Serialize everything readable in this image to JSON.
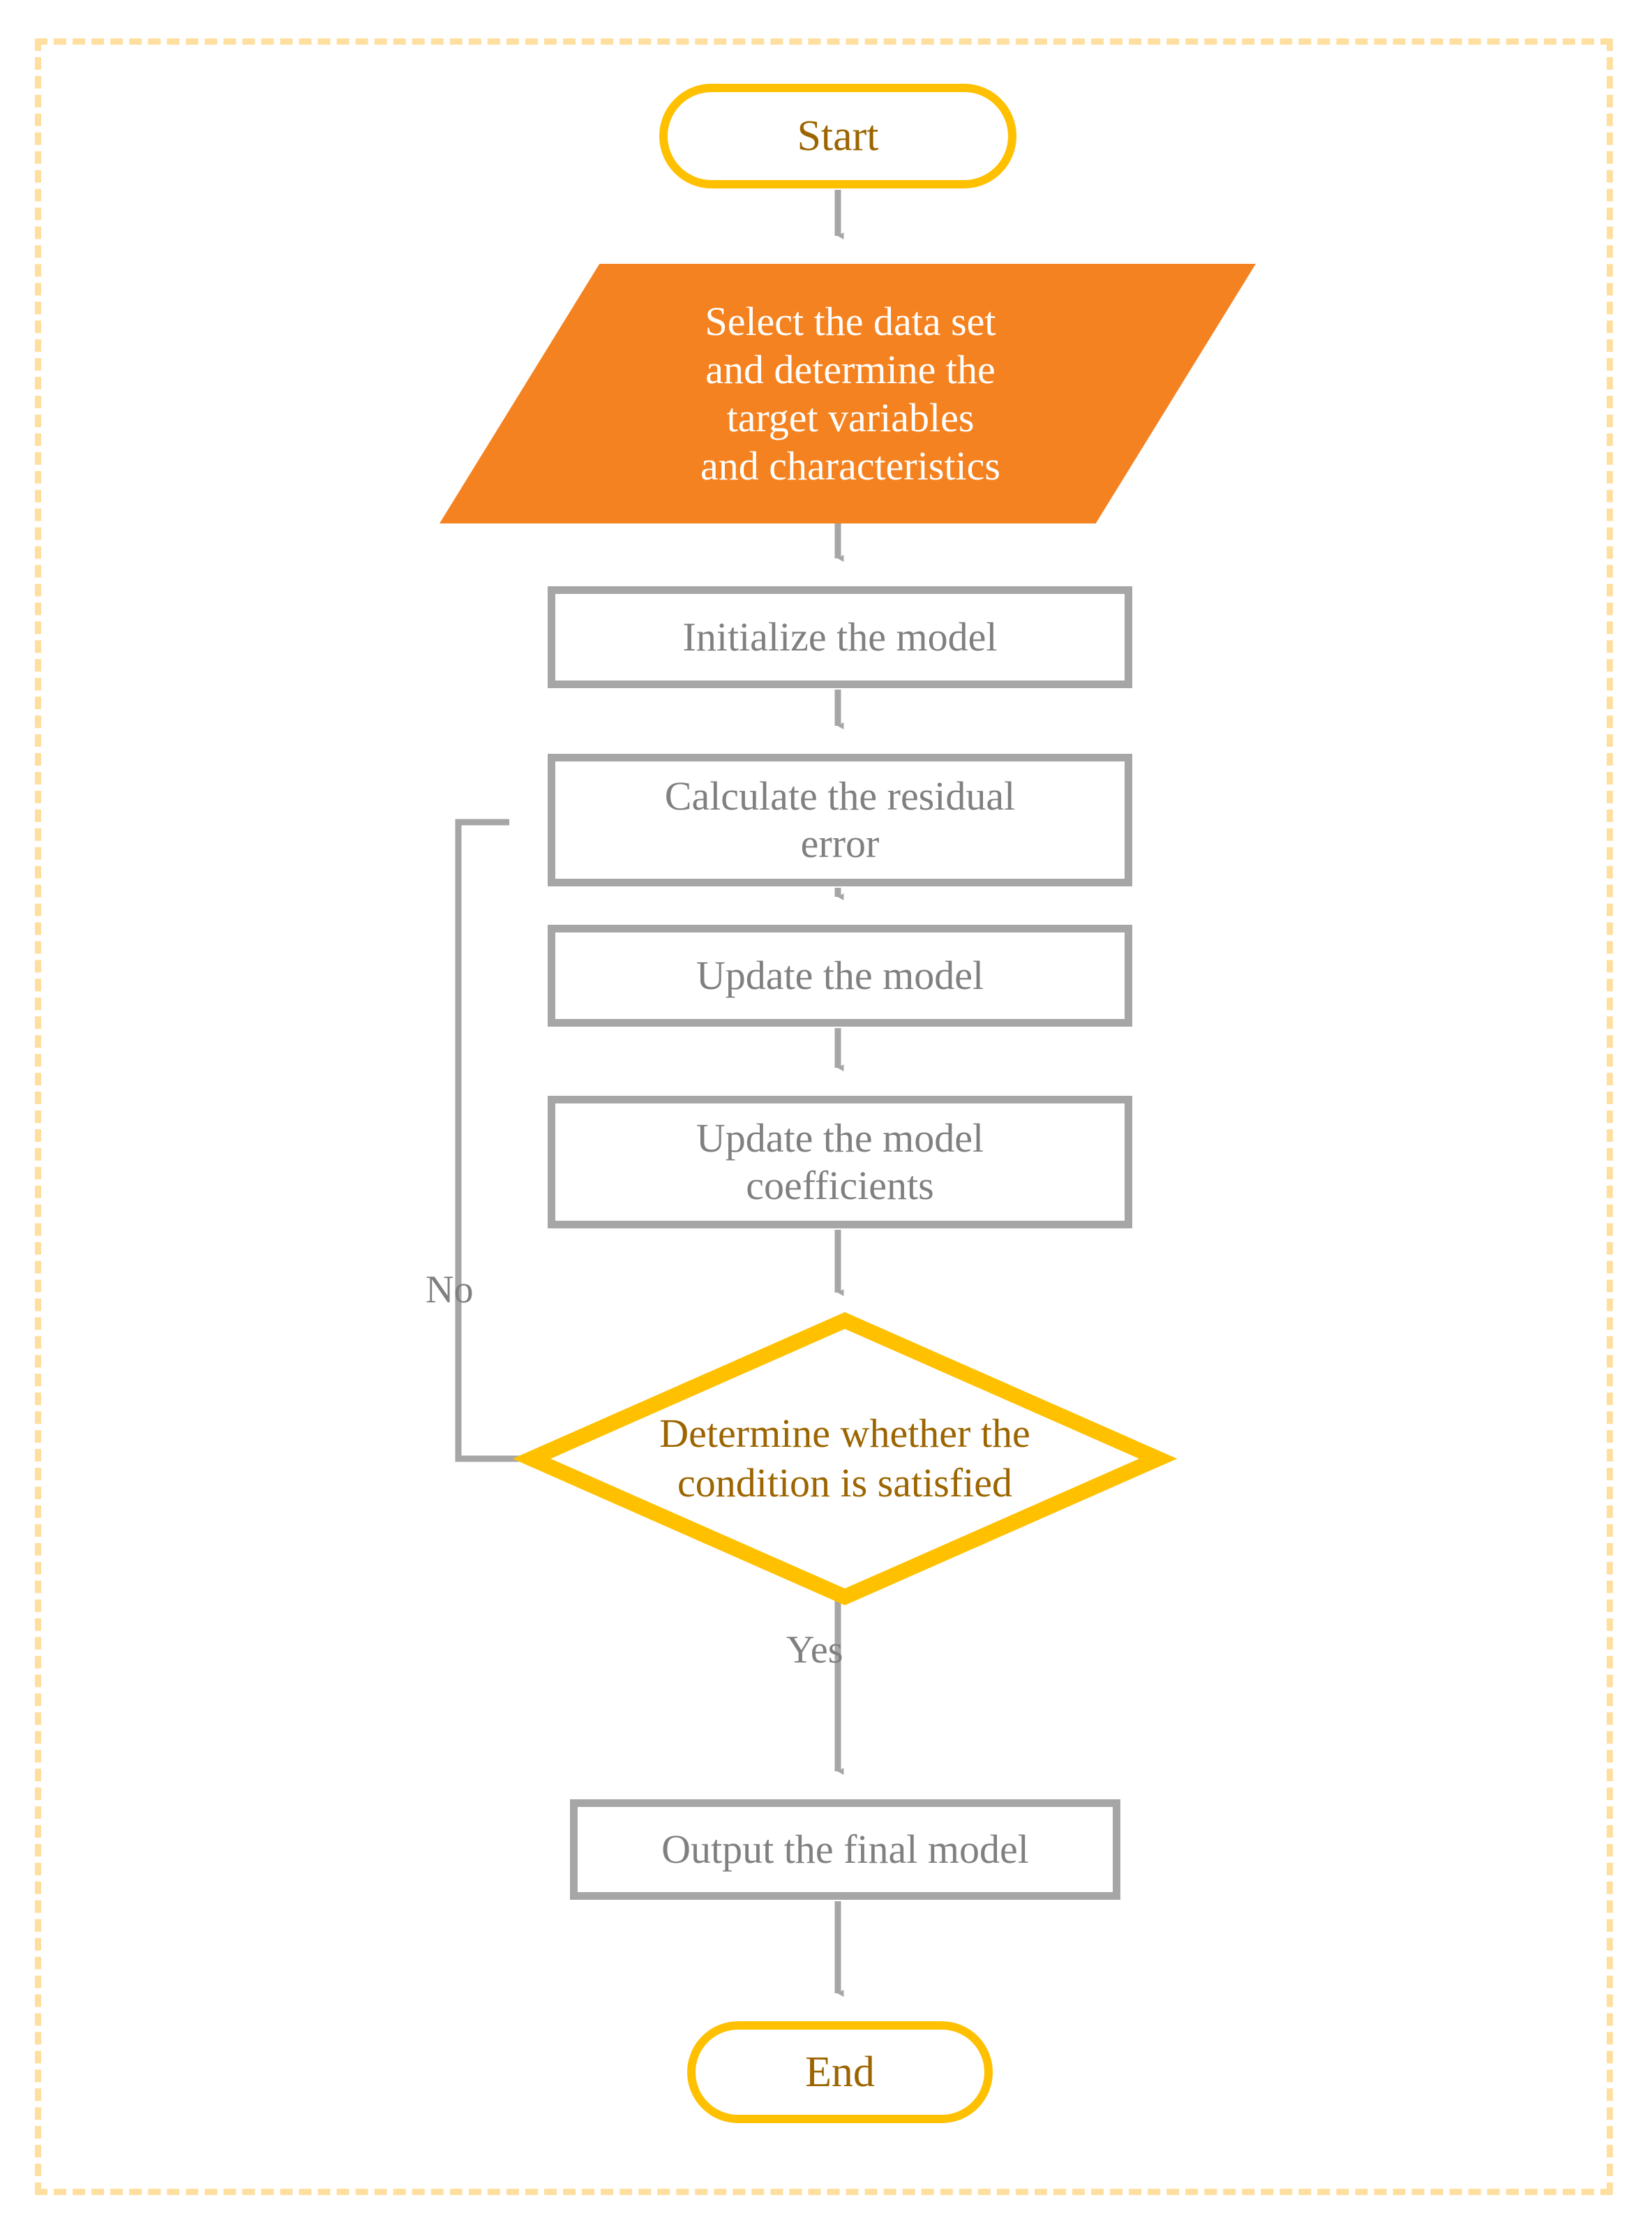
{
  "diagram": {
    "title": "Gradient boosting model training flowchart",
    "colors": {
      "frame_dash": "#FFDFA0",
      "terminator_border": "#FFC000",
      "terminator_text": "#9C6500",
      "process_border": "#A6A6A6",
      "process_text": "#808080",
      "io_fill": "#F58220",
      "io_text": "#FFFFFF",
      "decision_border": "#FFC000",
      "decision_text": "#9C6500",
      "connector": "#A6A6A6",
      "background": "#FFFFFF"
    },
    "nodes": [
      {
        "id": "start",
        "type": "terminator",
        "label": "Start"
      },
      {
        "id": "select",
        "type": "io",
        "label": "Select the data set and determine the target variables and characteristics",
        "lines": [
          "Select the data set",
          "and determine the",
          "target variables",
          "and characteristics"
        ]
      },
      {
        "id": "init",
        "type": "process",
        "label": "Initialize the model"
      },
      {
        "id": "resid",
        "type": "process",
        "label": "Calculate the residual error",
        "lines": [
          "Calculate the residual",
          "error"
        ]
      },
      {
        "id": "update",
        "type": "process",
        "label": "Update the model"
      },
      {
        "id": "coef",
        "type": "process",
        "label": "Update the model coefficients",
        "lines": [
          "Update the model",
          "coefficients"
        ]
      },
      {
        "id": "decide",
        "type": "decision",
        "label": "Determine whether the condition is satisfied",
        "lines": [
          "Determine whether the",
          "condition is satisfied"
        ]
      },
      {
        "id": "output",
        "type": "process",
        "label": "Output the final model"
      },
      {
        "id": "end",
        "type": "terminator",
        "label": "End"
      }
    ],
    "edges": [
      {
        "from": "start",
        "to": "select",
        "label": ""
      },
      {
        "from": "select",
        "to": "init",
        "label": ""
      },
      {
        "from": "init",
        "to": "resid",
        "label": ""
      },
      {
        "from": "resid",
        "to": "update",
        "label": ""
      },
      {
        "from": "update",
        "to": "coef",
        "label": ""
      },
      {
        "from": "coef",
        "to": "decide",
        "label": ""
      },
      {
        "from": "decide",
        "to": "resid",
        "label": "No"
      },
      {
        "from": "decide",
        "to": "output",
        "label": "Yes"
      },
      {
        "from": "output",
        "to": "end",
        "label": ""
      }
    ],
    "branch_labels": {
      "no": "No",
      "yes": "Yes"
    }
  }
}
